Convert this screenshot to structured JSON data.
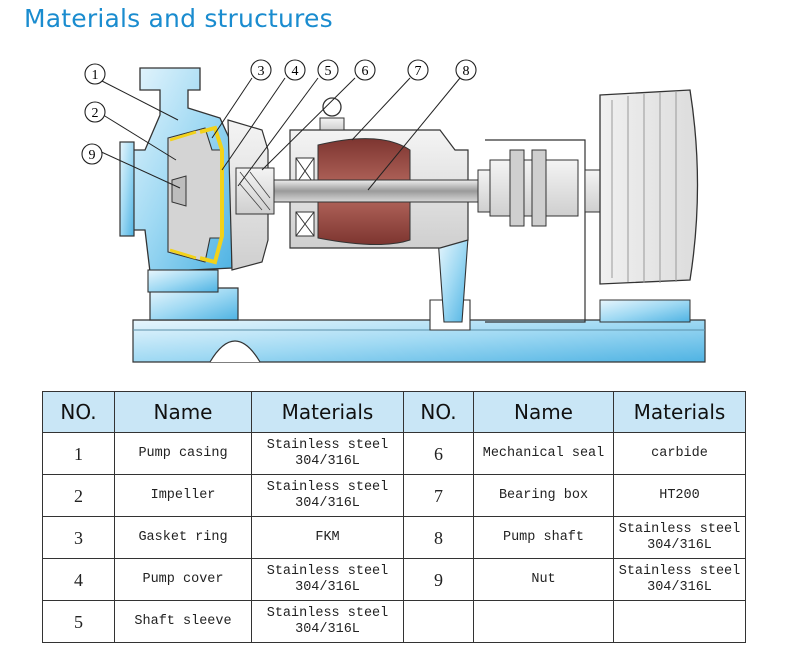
{
  "title": "Materials and structures",
  "callouts": [
    "1",
    "2",
    "3",
    "4",
    "5",
    "6",
    "7",
    "8",
    "9"
  ],
  "table": {
    "headers": [
      "NO.",
      "Name",
      "Materials",
      "NO.",
      "Name",
      "Materials"
    ],
    "rows": [
      {
        "no_a": "1",
        "name_a": "Pump casing",
        "mat_a": "Stainless steel 304/316L",
        "no_b": "6",
        "name_b": "Mechanical seal",
        "mat_b": "carbide"
      },
      {
        "no_a": "2",
        "name_a": "Impeller",
        "mat_a": "Stainless steel 304/316L",
        "no_b": "7",
        "name_b": "Bearing box",
        "mat_b": "HT200"
      },
      {
        "no_a": "3",
        "name_a": "Gasket ring",
        "mat_a": "FKM",
        "no_b": "8",
        "name_b": "Pump shaft",
        "mat_b": "Stainless steel 304/316L"
      },
      {
        "no_a": "4",
        "name_a": "Pump cover",
        "mat_a": "Stainless steel 304/316L",
        "no_b": "9",
        "name_b": "Nut",
        "mat_b": "Stainless steel 304/316L"
      },
      {
        "no_a": "5",
        "name_a": "Shaft sleeve",
        "mat_a": "Stainless steel 304/316L",
        "no_b": "",
        "name_b": "",
        "mat_b": ""
      }
    ]
  },
  "colors": {
    "accent": "#1a8ccf",
    "steel_blue": "#7ec8ea",
    "gasket_yellow": "#f2d21a",
    "bearing_red": "#9c4a44",
    "header_bg": "#c9e6f6"
  }
}
